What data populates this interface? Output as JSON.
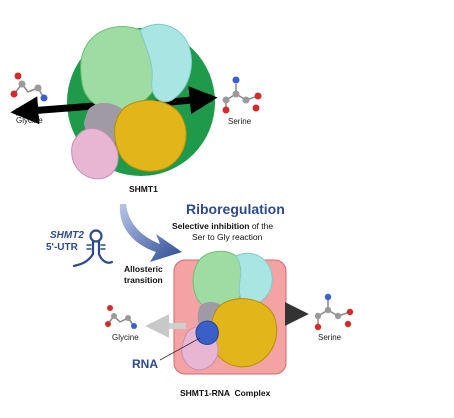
{
  "top_panel": {
    "left_label": "Glycine",
    "right_label": "Serine",
    "protein_label": "SHMT1"
  },
  "regulation": {
    "title": "Riboregulation",
    "desc_bold": "Selective inhibition",
    "desc_rest": " of the",
    "desc_line2": "Ser to Gly reaction"
  },
  "rna_element": {
    "gene": "SHMT2",
    "region": "5'-UTR"
  },
  "transition": {
    "line1": "Allosteric",
    "line2": "transition"
  },
  "bottom_panel": {
    "left_label": "Glycine",
    "right_label": "Serine",
    "rna_label": "RNA",
    "complex_label": "SHMT1-RNA  Complex"
  },
  "colors": {
    "green_disc": "#1f9a4a",
    "red_box": "#f3a3a3",
    "mint": "#9fdca3",
    "cyan": "#a9e6e3",
    "gold": "#e2b51a",
    "pink": "#e7b6d2",
    "rna_blue": "#3b5fc8",
    "title_blue": "#2e4a8c"
  }
}
